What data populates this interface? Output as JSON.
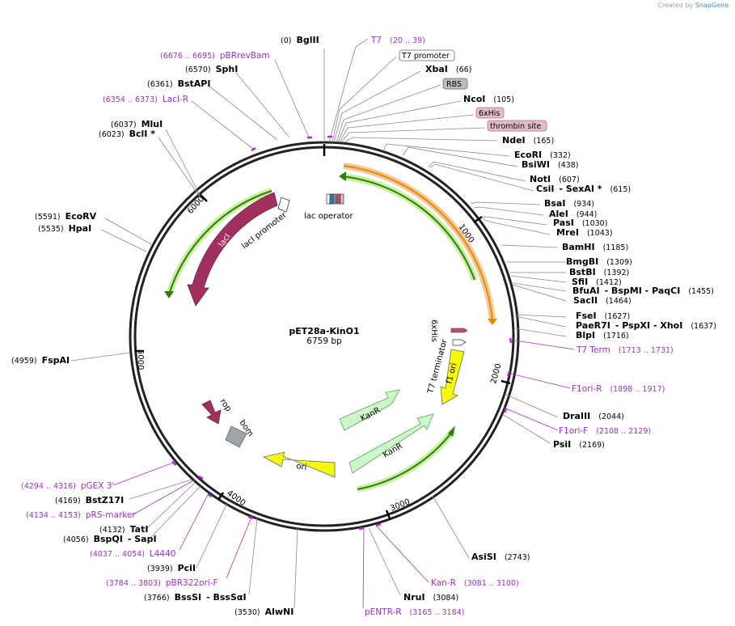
{
  "brand": {
    "prefix": "Created by",
    "name": "SnapGene"
  },
  "plasmid": {
    "name": "pET28a-KinO1",
    "size_label": "6759 bp"
  },
  "ticks": [
    "1000",
    "2000",
    "3000",
    "4000",
    "5000",
    "6000"
  ],
  "labels": [
    {
      "id": "bglii",
      "kind": "site",
      "pos": "(0)",
      "name": "BglII"
    },
    {
      "id": "t7",
      "kind": "primer",
      "name": "T7",
      "pos": "(20 .. 39)"
    },
    {
      "id": "pbrrevbam",
      "kind": "primer",
      "pos": "(6676 .. 6695)",
      "name": "pBRrevBam"
    },
    {
      "id": "t7prom",
      "kind": "boxed",
      "name": "T7 promoter",
      "fill": "#ffffff"
    },
    {
      "id": "xbai",
      "kind": "site",
      "name": "XbaI",
      "pos": "(66)"
    },
    {
      "id": "sphi",
      "kind": "site",
      "pos": "(6570)",
      "name": "SphI"
    },
    {
      "id": "rbs",
      "kind": "boxed",
      "name": "RBS",
      "fill": "#bdbdbd"
    },
    {
      "id": "bstapi",
      "kind": "site",
      "pos": "(6361)",
      "name": "BstAPI"
    },
    {
      "id": "ncoi",
      "kind": "site",
      "name": "NcoI",
      "pos": "(105)"
    },
    {
      "id": "laciR",
      "kind": "primer",
      "pos": "(6354 .. 6373)",
      "name": "LacI-R"
    },
    {
      "id": "sixhis",
      "kind": "boxed",
      "name": "6xHis",
      "fill": "#e5bccb"
    },
    {
      "id": "thrombin",
      "kind": "boxed",
      "name": "thrombin site",
      "fill": "#e5bccb"
    },
    {
      "id": "mlui",
      "kind": "site",
      "pos": "(6037)",
      "name": "MluI"
    },
    {
      "id": "bcli",
      "kind": "site",
      "pos": "(6023)",
      "name": "BclI *"
    },
    {
      "id": "ndei",
      "kind": "site",
      "name": "NdeI",
      "pos": "(165)"
    },
    {
      "id": "ecori",
      "kind": "site",
      "name": "EcoRI",
      "pos": "(332)"
    },
    {
      "id": "bsiwi",
      "kind": "site",
      "name": "BsiWI",
      "pos": "(438)"
    },
    {
      "id": "noti",
      "kind": "site",
      "name": "NotI",
      "pos": "(607)"
    },
    {
      "id": "csii",
      "kind": "site",
      "name": "CsiI",
      "extra": "-  SexAI *",
      "pos": "(615)"
    },
    {
      "id": "bsai",
      "kind": "site",
      "name": "BsaI",
      "pos": "(934)"
    },
    {
      "id": "ecorv",
      "kind": "site",
      "pos": "(5591)",
      "name": "EcoRV"
    },
    {
      "id": "alei",
      "kind": "site",
      "name": "AleI",
      "pos": "(944)"
    },
    {
      "id": "hpai",
      "kind": "site",
      "pos": "(5535)",
      "name": "HpaI"
    },
    {
      "id": "pasi",
      "kind": "site",
      "name": "PasI",
      "pos": "(1030)"
    },
    {
      "id": "mrei",
      "kind": "site",
      "name": "MreI",
      "pos": "(1043)"
    },
    {
      "id": "bamhi",
      "kind": "site",
      "name": "BamHI",
      "pos": "(1185)"
    },
    {
      "id": "bmgbi",
      "kind": "site",
      "name": "BmgBI",
      "pos": "(1309)"
    },
    {
      "id": "bstbi",
      "kind": "site",
      "name": "BstBI",
      "pos": "(1392)"
    },
    {
      "id": "sfii",
      "kind": "site",
      "name": "SfiI",
      "pos": "(1412)"
    },
    {
      "id": "bfuai",
      "kind": "site",
      "name": "BfuAI",
      "extra": "-  BspMI  -  PaqCI",
      "pos": "(1455)"
    },
    {
      "id": "sacii",
      "kind": "site",
      "name": "SacII",
      "pos": "(1464)"
    },
    {
      "id": "fsei",
      "kind": "site",
      "name": "FseI",
      "pos": "(1627)"
    },
    {
      "id": "paer7i",
      "kind": "site",
      "name": "PaeR7I",
      "extra": "-  PspXI  -  XhoI",
      "pos": "(1637)"
    },
    {
      "id": "fspai",
      "kind": "site",
      "pos": "(4959)",
      "name": "FspAI"
    },
    {
      "id": "blpi",
      "kind": "site",
      "name": "BlpI",
      "pos": "(1716)"
    },
    {
      "id": "t7term",
      "kind": "primer",
      "name": "T7 Term",
      "pos": "(1713 .. 1731)"
    },
    {
      "id": "f1oriR",
      "kind": "primer",
      "name": "F1ori-R",
      "pos": "(1898 .. 1917)"
    },
    {
      "id": "draiii",
      "kind": "site",
      "name": "DraIII",
      "pos": "(2044)"
    },
    {
      "id": "f1oriF",
      "kind": "primer",
      "name": "F1ori-F",
      "pos": "(2108 .. 2129)"
    },
    {
      "id": "psii",
      "kind": "site",
      "name": "PsiI",
      "pos": "(2169)"
    },
    {
      "id": "pgex3",
      "kind": "primer",
      "pos": "(4294 .. 4316)",
      "name": "pGEX 3'"
    },
    {
      "id": "bstz17i",
      "kind": "site",
      "pos": "(4169)",
      "name": "BstZ17I"
    },
    {
      "id": "prsmarker",
      "kind": "primer",
      "pos": "(4134 .. 4153)",
      "name": "pRS-marker"
    },
    {
      "id": "tati",
      "kind": "site",
      "pos": "(4132)",
      "name": "TatI"
    },
    {
      "id": "bspqi",
      "kind": "site",
      "pos": "(4056)",
      "name": "BspQI",
      "extra": "-  SapI"
    },
    {
      "id": "l4440",
      "kind": "primer",
      "pos": "(4037 .. 4054)",
      "name": "L4440"
    },
    {
      "id": "asisi",
      "kind": "site",
      "name": "AsiSI",
      "pos": "(2743)"
    },
    {
      "id": "pcii",
      "kind": "site",
      "pos": "(3939)",
      "name": "PciI"
    },
    {
      "id": "pbr322",
      "kind": "primer",
      "pos": "(3784 .. 3803)",
      "name": "pBR322ori-F"
    },
    {
      "id": "kanR",
      "kind": "primer",
      "name": "Kan-R",
      "pos": "(3081 .. 3100)"
    },
    {
      "id": "bsssi",
      "kind": "site",
      "pos": "(3766)",
      "name": "BssSI",
      "extra": "-  BssSαI"
    },
    {
      "id": "nrui",
      "kind": "site",
      "name": "NruI",
      "pos": "(3084)"
    },
    {
      "id": "alwni",
      "kind": "site",
      "pos": "(3530)",
      "name": "AlwNI"
    },
    {
      "id": "pentrR",
      "kind": "primer",
      "name": "pENTR-R",
      "pos": "(3165 .. 3184)"
    }
  ],
  "features": {
    "laci": "lacI",
    "laci_promoter": "lacI promoter",
    "lac_operator": "lac operator",
    "sixhis": "6xHis",
    "t7_terminator": "T7 terminator",
    "f1_ori": "f1 ori",
    "kanr_upper": "KanR",
    "kanr_lower": "KanR",
    "ori": "ori",
    "rop": "rop",
    "bom": "bom"
  },
  "colors": {
    "site_label": "#000000",
    "primer_label": "#9b30c6",
    "laci_arrow": "#a1305f",
    "kanr_arrow": "#cdf7c8",
    "ori_arrow": "#f6f90a",
    "f1ori_arrow": "#f6f90a",
    "orf_arc": "#2e7d10",
    "insert_arc": "#e88a00",
    "bom_box": "#9ea5a9"
  }
}
